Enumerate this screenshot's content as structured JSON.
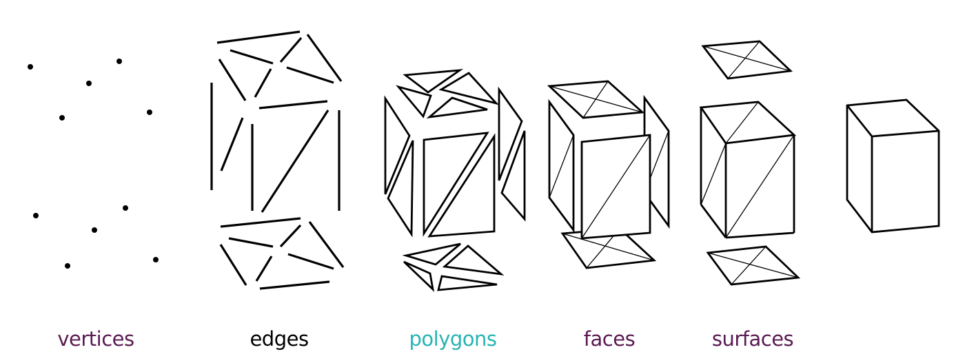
{
  "labels": {
    "vertices": "vertices",
    "edges": "edges",
    "polygons": "polygons",
    "faces": "faces",
    "surfaces": "surfaces"
  },
  "colors": {
    "vertices": "#5a1a52",
    "edges": "#000000",
    "polygons": "#27b3b3",
    "faces": "#5a1a52",
    "surfaces": "#5a1a52",
    "line": "#000000"
  }
}
